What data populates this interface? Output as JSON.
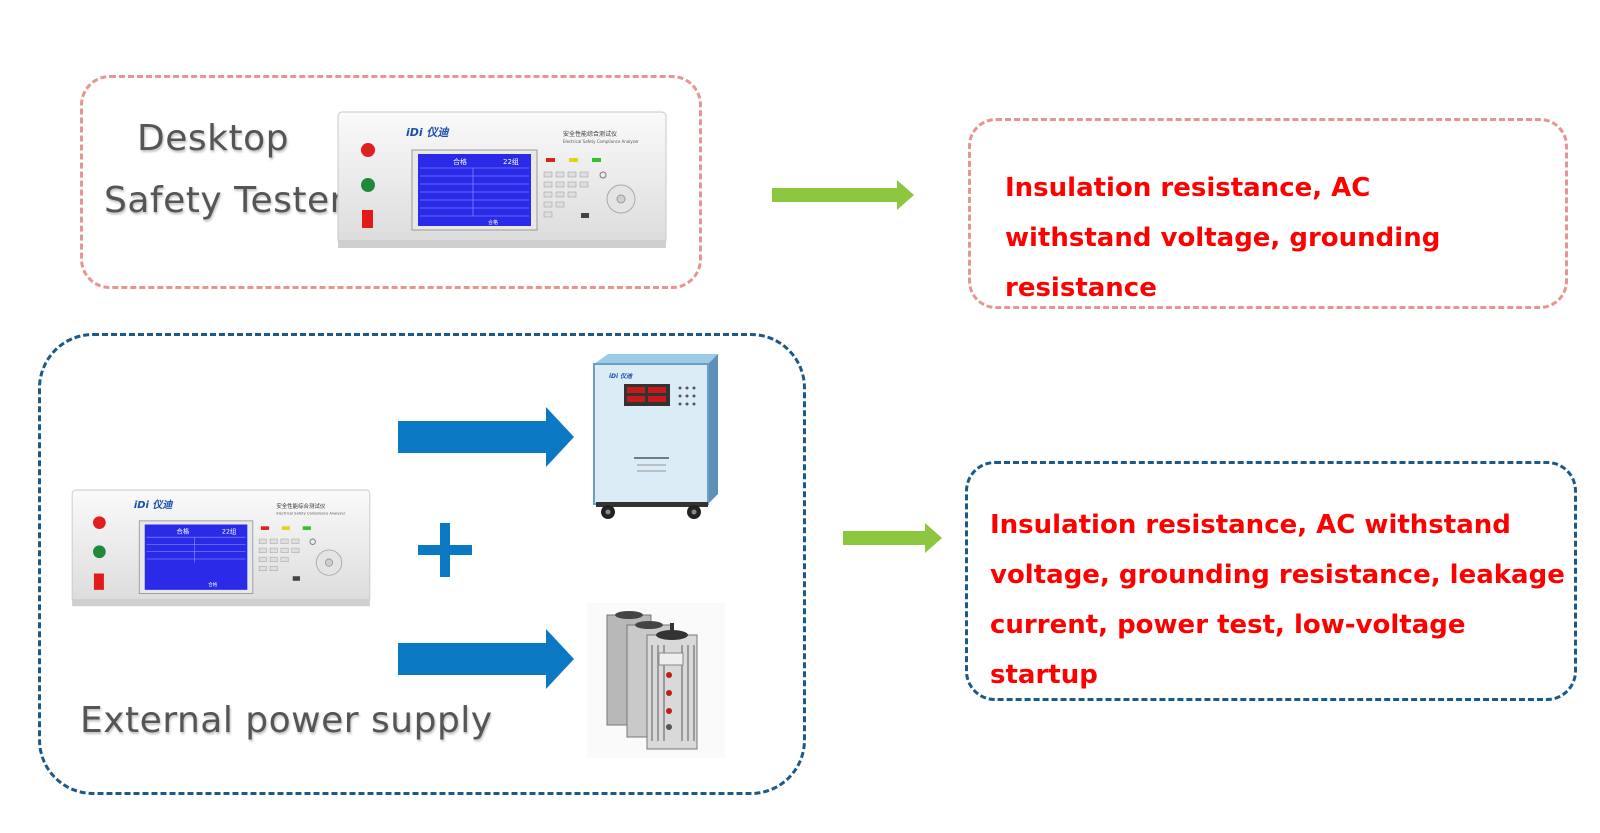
{
  "desktop": {
    "caption_line1": "Desktop",
    "caption_line2": "Safety Tester",
    "box_color": "#e8948f",
    "result_text": "Insulation resistance, AC withstand voltage, grounding resistance",
    "result_box_color": "#e8948f"
  },
  "external": {
    "caption": "External power supply",
    "box_color": "#1a5a8a",
    "result_text": "Insulation resistance, AC withstand voltage, grounding resistance, leakage current, power test, low-voltage startup",
    "result_box_color": "#1a5a8a"
  },
  "tester": {
    "brand": "iDi 仪迪",
    "title_cn": "安全性能综合测试仪",
    "title_en": "Electrical Safety Compliance Analyzer",
    "screen_status": "合格",
    "screen_group": "22组",
    "screen_footer": "合格"
  },
  "colors": {
    "green_arrow": "#8dc63f",
    "blue_arrow": "#0b78c4",
    "plus": "#0b78c4",
    "result_text": "#ff0000",
    "screen": "#2a2ae8"
  }
}
